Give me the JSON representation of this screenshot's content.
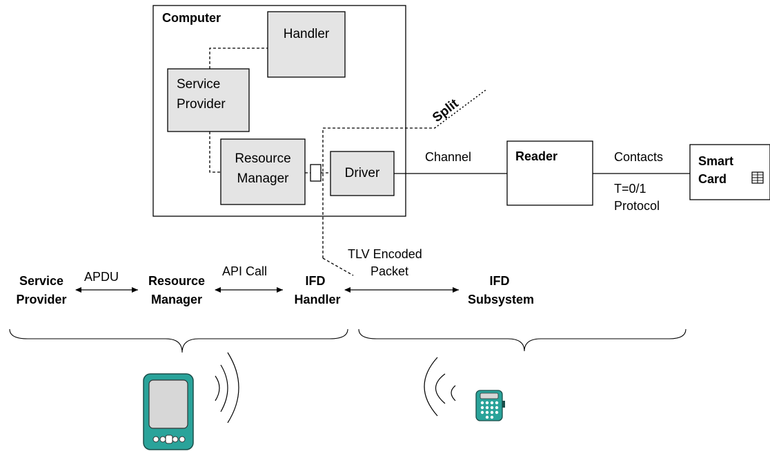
{
  "computer_box": {
    "title": "Computer"
  },
  "handler_box": {
    "label": "Handler"
  },
  "service_provider_box": {
    "line1": "Service",
    "line2": "Provider"
  },
  "resource_manager_box": {
    "line1": "Resource",
    "line2": "Manager"
  },
  "driver_box": {
    "label": "Driver"
  },
  "split_label": "Split",
  "channel_label": "Channel",
  "reader_label": "Reader",
  "contacts_label": "Contacts",
  "protocol": {
    "line1": "T=0/1",
    "line2": "Protocol"
  },
  "smart_card": {
    "line1": "Smart",
    "line2": "Card"
  },
  "tlv": {
    "line1": "TLV Encoded",
    "line2": "Packet"
  },
  "flow": {
    "service_provider": {
      "line1": "Service",
      "line2": "Provider"
    },
    "apdu": "APDU",
    "resource_manager": {
      "line1": "Resource",
      "line2": "Manager"
    },
    "api_call": "API Call",
    "ifd_handler": {
      "line1": "IFD",
      "line2": "Handler"
    },
    "ifd_subsystem": {
      "line1": "IFD",
      "line2": "Subsystem"
    }
  },
  "colors": {
    "device_teal": "#2aa39a",
    "box_fill": "#e4e4e4"
  },
  "icons": [
    "smart-card-chip-icon",
    "pda-device-icon",
    "handheld-reader-icon",
    "wireless-wave-icon"
  ]
}
